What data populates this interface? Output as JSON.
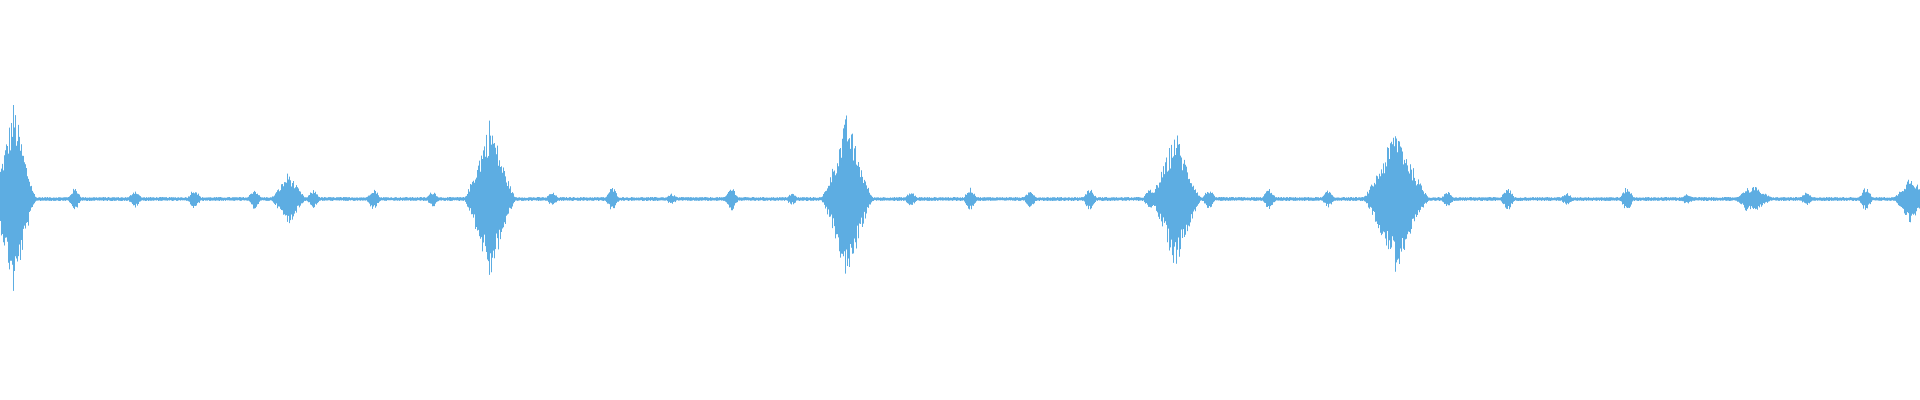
{
  "waveform": {
    "color": "#5dade2",
    "background": "#ffffff",
    "baseline_amplitude": 0.01,
    "bursts": [
      {
        "position": 0.007,
        "width": 0.012,
        "amplitude": 0.5
      },
      {
        "position": 0.15,
        "width": 0.01,
        "amplitude": 0.14
      },
      {
        "position": 0.255,
        "width": 0.014,
        "amplitude": 0.42
      },
      {
        "position": 0.441,
        "width": 0.014,
        "amplitude": 0.44
      },
      {
        "position": 0.612,
        "width": 0.014,
        "amplitude": 0.36
      },
      {
        "position": 0.727,
        "width": 0.018,
        "amplitude": 0.38
      },
      {
        "position": 0.913,
        "width": 0.012,
        "amplitude": 0.07
      },
      {
        "position": 0.995,
        "width": 0.01,
        "amplitude": 0.13
      }
    ],
    "blip_amplitude": 0.06
  }
}
